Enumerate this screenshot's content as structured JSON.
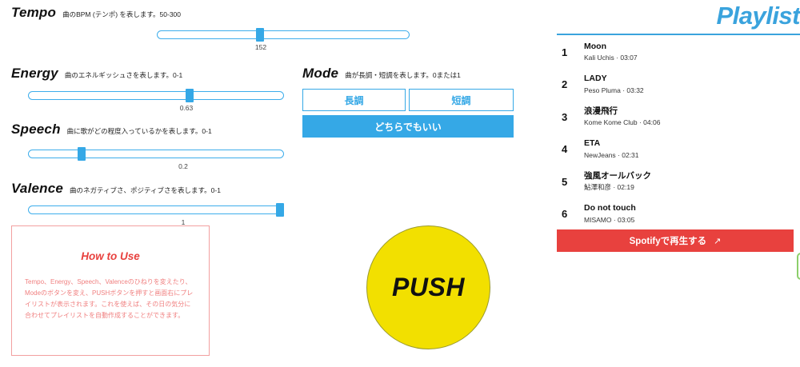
{
  "params": [
    {
      "title": "Tempo",
      "desc": "曲のBPM (テンポ) を表します。50-300",
      "value": "152",
      "min": 50,
      "max": 300,
      "percent": 41
    },
    {
      "title": "Energy",
      "desc": "曲のエネルギッシュさを表します。0-1",
      "value": "0.63",
      "min": 0,
      "max": 1,
      "percent": 63
    },
    {
      "title": "Speech",
      "desc": "曲に歌がどの程度入っているかを表します。0-1",
      "value": "0.2",
      "min": 0,
      "max": 1,
      "percent": 20
    },
    {
      "title": "Valence",
      "desc": "曲のネガティブさ、ポジティブさを表します。0-1",
      "value": "1",
      "min": 0,
      "max": 1,
      "percent": 100
    }
  ],
  "mode": {
    "title": "Mode",
    "desc": "曲が長調・短調を表します。0または1",
    "major_label": "長調",
    "minor_label": "短調",
    "any_label": "どちらでもいい",
    "selected": "どちらでもいい"
  },
  "howto": {
    "title": "How to Use",
    "body": "Tempo、Energy、Speech、Valenceのひねりを変えたり、Modeのボタンを変え、PUSHボタンを押すと画面右にプレイリストが表示されます。これを使えば、その日の気分に合わせてプレイリストを自動作成することができます。"
  },
  "push": {
    "label": "PUSH"
  },
  "playlist": {
    "title": "Playlist",
    "tracks": [
      {
        "index": "1",
        "name": "Moon",
        "meta": "Kali Uchis · 03:07"
      },
      {
        "index": "2",
        "name": "LADY",
        "meta": "Peso Pluma · 03:32"
      },
      {
        "index": "3",
        "name": "浪漫飛行",
        "meta": "Kome Kome Club · 04:06"
      },
      {
        "index": "4",
        "name": "ETA",
        "meta": "NewJeans · 02:31"
      },
      {
        "index": "5",
        "name": "強風オールバック",
        "meta": "鮎澤和彦 · 02:19"
      },
      {
        "index": "6",
        "name": "Do not touch",
        "meta": "MISAMO · 03:05"
      }
    ],
    "spotify_label": "Spotifyで再生する",
    "spotify_icon": "external-link-icon",
    "spotify_glyph": "↗"
  },
  "colors": {
    "accent_blue": "#35a8e6",
    "title_blue": "#3aa3dd",
    "red": "#e8413e",
    "pink": "#f08080",
    "yellow": "#f2e000",
    "green": "#8ccf6a"
  }
}
